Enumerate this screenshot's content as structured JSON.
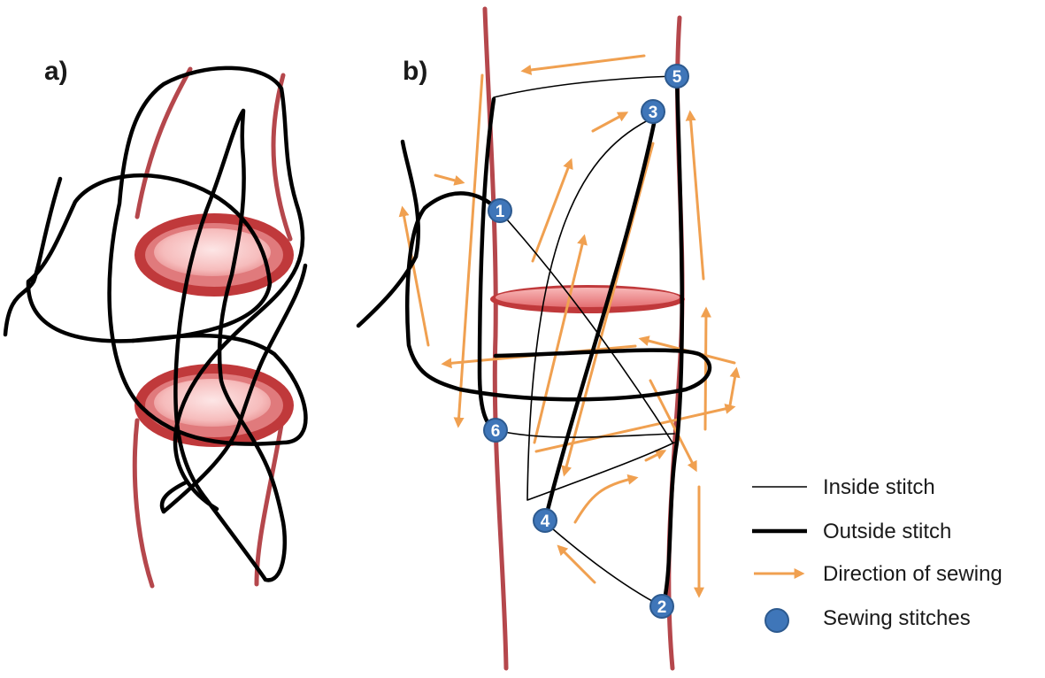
{
  "panels": {
    "a_label": "a)",
    "b_label": "b)"
  },
  "stitch_points": [
    "1",
    "2",
    "3",
    "4",
    "5",
    "6"
  ],
  "legend": {
    "inside_stitch": "Inside stitch",
    "outside_stitch": "Outside stitch",
    "direction_of_sewing": "Direction of sewing",
    "sewing_stitches": "Sewing stitches"
  },
  "colors": {
    "thread": "#000000",
    "skin_edge": "#b5474c",
    "arrow": "#f0a050",
    "stitch_point": "#3f76b9",
    "wound_outer": "#c0393b",
    "wound_inner": "#f6c3c3"
  }
}
